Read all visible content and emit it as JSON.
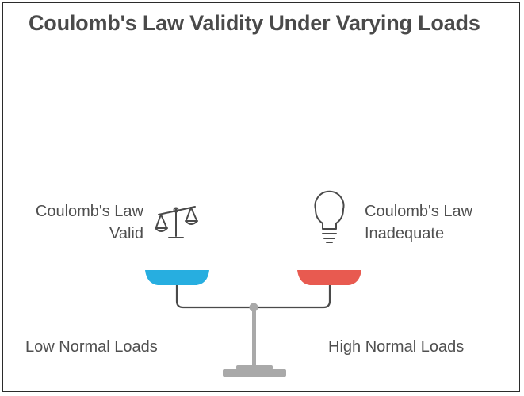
{
  "title": "Coulomb's Law Validity Under Varying Loads",
  "left": {
    "outcome_line1": "Coulomb's Law",
    "outcome_line2": "Valid",
    "load_label": "Low Normal Loads",
    "icon": "balance-scale-icon",
    "pan_color": "#27aee0"
  },
  "right": {
    "outcome_line1": "Coulomb's Law",
    "outcome_line2": "Inadequate",
    "load_label": "High Normal Loads",
    "icon": "lightbulb-icon",
    "pan_color": "#e85a50"
  },
  "colors": {
    "frame_line": "#4a4a4a",
    "stand": "#a9a9a9",
    "text": "#4f4f4f"
  }
}
